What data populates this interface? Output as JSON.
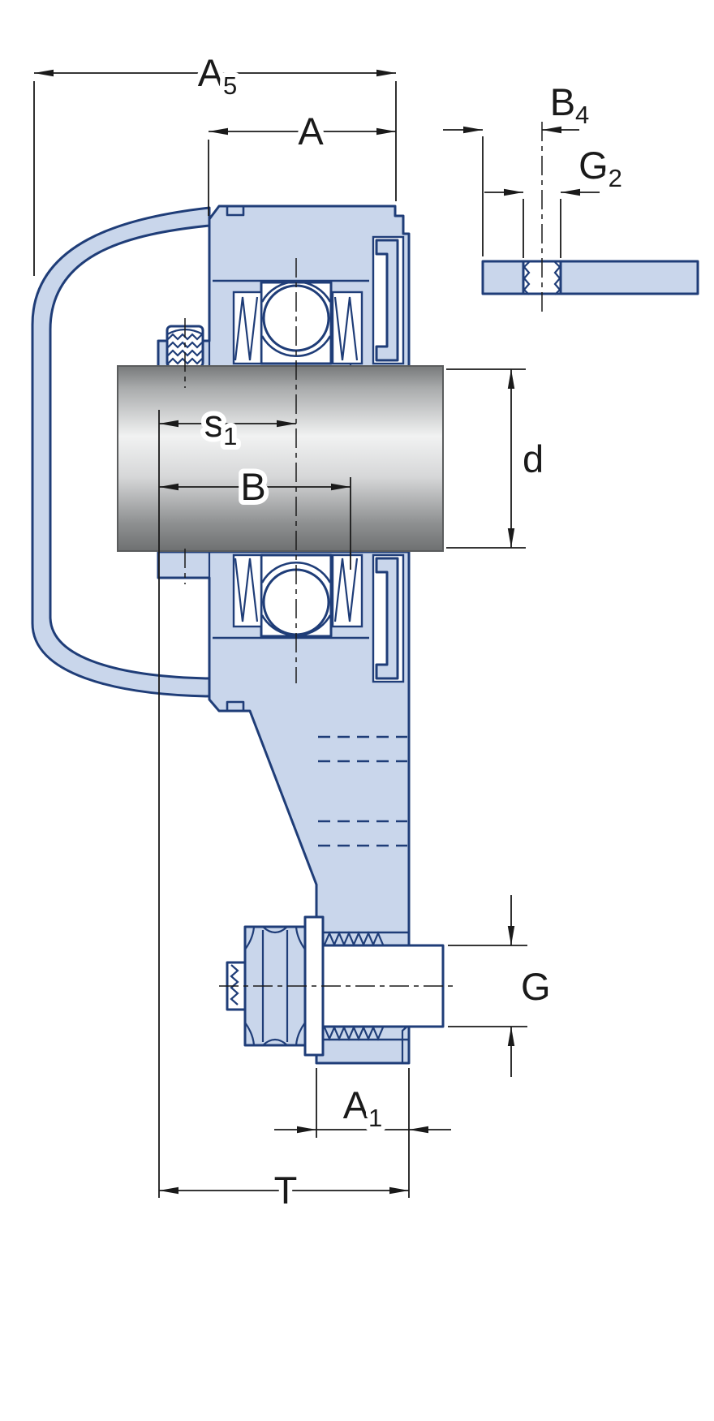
{
  "colors": {
    "part-fill": "#c9d6eb",
    "part-outline": "#1f3d78",
    "dim-color": "#1a1a1a",
    "shaft-dark": "#77797a",
    "shaft-mid": "#a9abac",
    "shaft-light": "#f1f2f2",
    "background": "#ffffff"
  },
  "dimensions": {
    "a5": {
      "main": "A",
      "sub": "5"
    },
    "a": {
      "main": "A",
      "sub": ""
    },
    "b4": {
      "main": "B",
      "sub": "4"
    },
    "g2": {
      "main": "G",
      "sub": "2"
    },
    "s1": {
      "main": "s",
      "sub": "1"
    },
    "d": {
      "main": "d",
      "sub": ""
    },
    "b": {
      "main": "B",
      "sub": ""
    },
    "g": {
      "main": "G",
      "sub": ""
    },
    "a1": {
      "main": "A",
      "sub": "1"
    },
    "t": {
      "main": "T",
      "sub": ""
    }
  }
}
